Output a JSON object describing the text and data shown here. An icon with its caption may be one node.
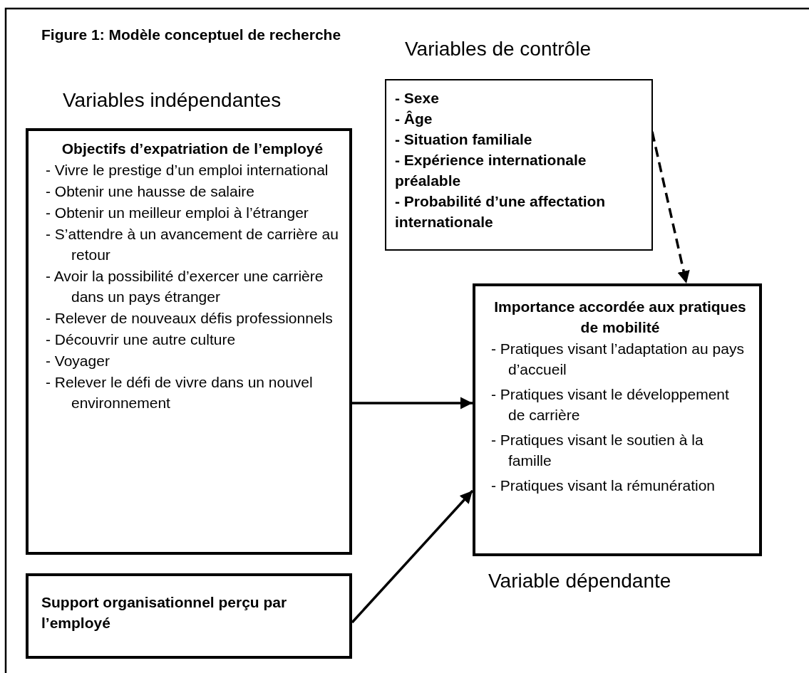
{
  "diagram": {
    "title": "Figure 1: Modèle conceptuel de recherche",
    "nodes": [
      {
        "text": [
          "- Sexe",
          "- Âge",
          "- Situation familiale",
          "- Expérience internationale préalable",
          "- Probabilité d’une affectation internationale"
        ]
      },
      {
        "text": [
          "Objectifs d’expatriation de l’employé",
          "- Vivre le prestige d’un emploi international",
          "- Obtenir une hausse de salaire",
          "- Obtenir un meilleur emploi à l’étranger",
          "- S’attendre à un avancement de carrière au retour",
          "- Avoir la possibilité d’exercer une carrière dans un pays étranger",
          "- Relever de nouveaux défis professionnels",
          "- Découvrir une autre culture",
          "- Voyager",
          "- Relever le défi de vivre dans un nouvel environnement"
        ]
      },
      {
        "text": [
          "Support organisationnel perçu par l’employé"
        ]
      },
      {
        "text": [
          "Importance accordée aux pratiques de mobilité",
          "- Pratiques visant l’adaptation au pays d’accueil",
          "- Pratiques visant le développement de carrière",
          "- Pratiques visant le soutien à la famille",
          "- Pratiques visant la rémunération"
        ]
      }
    ],
    "edges": [
      {
        "from": 1,
        "to": 3,
        "arrow": "to"
      },
      {
        "from": 2,
        "to": 3,
        "arrow": "to"
      },
      {
        "from": 0,
        "to": 3,
        "arrow": "to",
        "style": "dashed"
      }
    ],
    "labels": [
      "Variables de contrôle",
      "Variables indépendantes",
      "Variable dépendante"
    ]
  }
}
